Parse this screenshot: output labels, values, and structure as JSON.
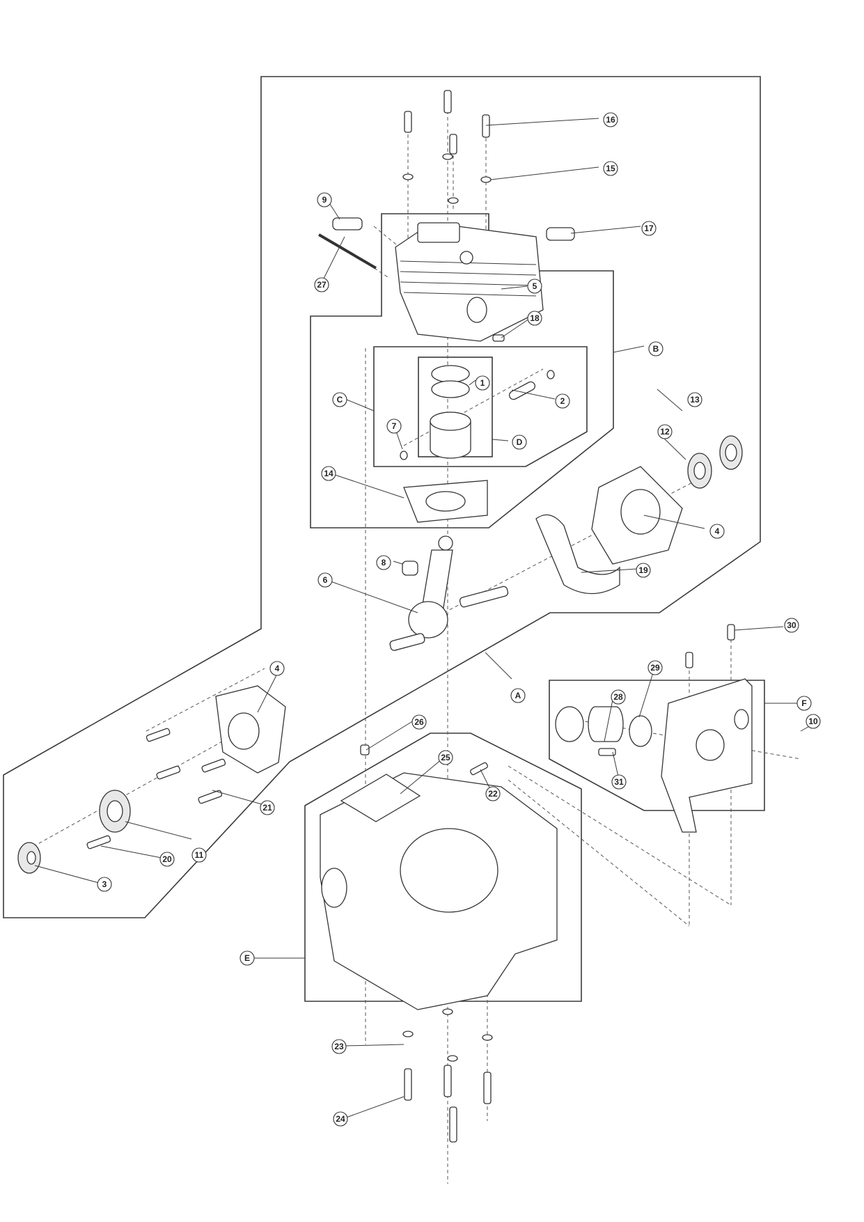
{
  "diagram": {
    "type": "exploded-parts-diagram",
    "subject": "engine cylinder, piston, crankshaft and crankcase assembly",
    "assembly_groups": [
      {
        "id": "A",
        "label": "A"
      },
      {
        "id": "B",
        "label": "B"
      },
      {
        "id": "C",
        "label": "C"
      },
      {
        "id": "D",
        "label": "D"
      },
      {
        "id": "E",
        "label": "E"
      },
      {
        "id": "F",
        "label": "F"
      }
    ],
    "callouts": [
      {
        "id": "c1",
        "label": "1"
      },
      {
        "id": "c2",
        "label": "2"
      },
      {
        "id": "c3",
        "label": "3"
      },
      {
        "id": "c4a",
        "label": "4"
      },
      {
        "id": "c4b",
        "label": "4"
      },
      {
        "id": "c5",
        "label": "5"
      },
      {
        "id": "c6",
        "label": "6"
      },
      {
        "id": "c7",
        "label": "7"
      },
      {
        "id": "c8",
        "label": "8"
      },
      {
        "id": "c9",
        "label": "9"
      },
      {
        "id": "c10",
        "label": "10"
      },
      {
        "id": "c11",
        "label": "11"
      },
      {
        "id": "c12",
        "label": "12"
      },
      {
        "id": "c13",
        "label": "13"
      },
      {
        "id": "c14",
        "label": "14"
      },
      {
        "id": "c15",
        "label": "15"
      },
      {
        "id": "c16",
        "label": "16"
      },
      {
        "id": "c17",
        "label": "17"
      },
      {
        "id": "c18",
        "label": "18"
      },
      {
        "id": "c19",
        "label": "19"
      },
      {
        "id": "c20",
        "label": "20"
      },
      {
        "id": "c21",
        "label": "21"
      },
      {
        "id": "c22",
        "label": "22"
      },
      {
        "id": "c23",
        "label": "23"
      },
      {
        "id": "c24",
        "label": "24"
      },
      {
        "id": "c25",
        "label": "25"
      },
      {
        "id": "c26",
        "label": "26"
      },
      {
        "id": "c27",
        "label": "27"
      },
      {
        "id": "c28",
        "label": "28"
      },
      {
        "id": "c29",
        "label": "29"
      },
      {
        "id": "c30",
        "label": "30"
      },
      {
        "id": "c31",
        "label": "31"
      }
    ],
    "colors": {
      "line": "#333333",
      "background": "#ffffff"
    }
  }
}
